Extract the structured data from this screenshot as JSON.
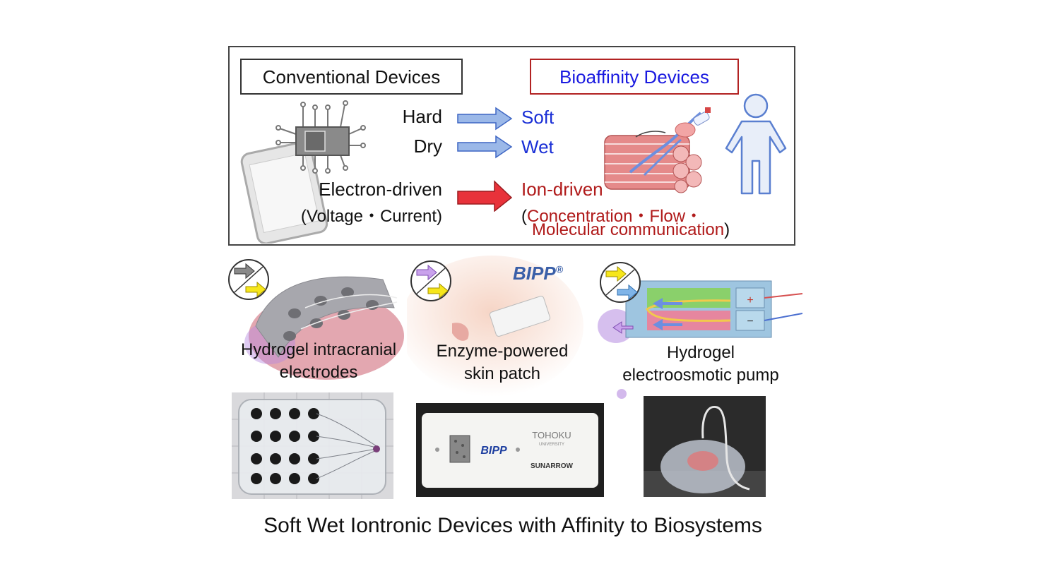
{
  "conventional": {
    "title": "Conventional Devices",
    "rows": [
      {
        "label": "Hard"
      },
      {
        "label": "Dry"
      },
      {
        "label": "Electron-driven",
        "detail": "(Voltage・Current)"
      }
    ]
  },
  "bioaffinity": {
    "title": "Bioaffinity Devices",
    "rows": [
      {
        "label": "Soft"
      },
      {
        "label": "Wet"
      },
      {
        "label": "Ion-driven",
        "detail_open": "(",
        "detail_line1": "Concentration・Flow・",
        "detail_line2": "Molecular communication",
        "detail_close": ")"
      }
    ]
  },
  "devices": [
    {
      "label_line1": "Hydrogel intracranial",
      "label_line2": "electrodes"
    },
    {
      "label_line1": "Enzyme-powered",
      "label_line2": "skin patch",
      "brand": "BIPP",
      "brand_mark": "®"
    },
    {
      "label_line1": "Hydrogel",
      "label_line2": "electroosmotic pump",
      "plus_sign": "+",
      "minus_sign": "−"
    }
  ],
  "patch_photo": {
    "brand": "BIPP",
    "university": "TOHOKU",
    "university_sub": "UNIVERSITY",
    "maker": "SUNARROW"
  },
  "caption": "Soft Wet Iontronic Devices with Affinity to Biosystems",
  "colors": {
    "blue_text": "#1a2fd6",
    "red_text": "#b01a1a",
    "blue_arrow": "#9bb8e8",
    "red_arrow": "#e8323a"
  }
}
